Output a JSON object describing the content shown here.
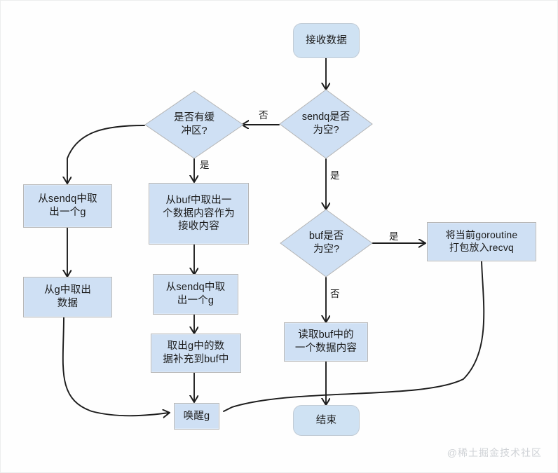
{
  "diagram": {
    "type": "flowchart",
    "title_watermark": "@稀土掘金技术社区",
    "colors": {
      "node_fill": "#cfe0f4",
      "node_border": "#b7b7b7",
      "terminal_fill": "#cfe2f3",
      "terminal_border": "#c2ccd6",
      "edge": "#1c1c1c",
      "background": "#fefefe",
      "watermark": "#cfd2d6"
    },
    "nodes": [
      {
        "id": "start",
        "shape": "rounded",
        "label": "接收数据"
      },
      {
        "id": "sendq_empty",
        "shape": "diamond",
        "label": "sendq是否\n为空?"
      },
      {
        "id": "has_buf",
        "shape": "diamond",
        "label": "是否有缓\n冲区?"
      },
      {
        "id": "take_g_left",
        "shape": "rect",
        "label": "从sendq中取\n出一个g"
      },
      {
        "id": "take_data_g",
        "shape": "rect",
        "label": "从g中取出\n数据"
      },
      {
        "id": "take_from_buf",
        "shape": "rect",
        "label": "从buf中取出一\n个数据内容作为\n接收内容"
      },
      {
        "id": "take_g_mid",
        "shape": "rect",
        "label": "从sendq中取\n出一个g"
      },
      {
        "id": "refill_buf",
        "shape": "rect",
        "label": "取出g中的数\n据补充到buf中"
      },
      {
        "id": "wake_g",
        "shape": "rect",
        "label": "唤醒g"
      },
      {
        "id": "buf_empty",
        "shape": "diamond",
        "label": "buf是否\n为空?"
      },
      {
        "id": "park_recvq",
        "shape": "rect",
        "label": "将当前goroutine\n打包放入recvq"
      },
      {
        "id": "read_buf",
        "shape": "rect",
        "label": "读取buf中的\n一个数据内容"
      },
      {
        "id": "end",
        "shape": "rounded",
        "label": "结束"
      }
    ],
    "edges": [
      {
        "from": "start",
        "to": "sendq_empty",
        "label": ""
      },
      {
        "from": "sendq_empty",
        "to": "has_buf",
        "label": "否"
      },
      {
        "from": "sendq_empty",
        "to": "buf_empty",
        "label": "是"
      },
      {
        "from": "has_buf",
        "to": "take_g_left",
        "label": ""
      },
      {
        "from": "has_buf",
        "to": "take_from_buf",
        "label": "是"
      },
      {
        "from": "take_g_left",
        "to": "take_data_g",
        "label": ""
      },
      {
        "from": "take_data_g",
        "to": "wake_g",
        "label": ""
      },
      {
        "from": "take_from_buf",
        "to": "take_g_mid",
        "label": ""
      },
      {
        "from": "take_g_mid",
        "to": "refill_buf",
        "label": ""
      },
      {
        "from": "refill_buf",
        "to": "wake_g",
        "label": ""
      },
      {
        "from": "buf_empty",
        "to": "park_recvq",
        "label": "是"
      },
      {
        "from": "buf_empty",
        "to": "read_buf",
        "label": "否"
      },
      {
        "from": "park_recvq",
        "to": "wake_g",
        "label": ""
      },
      {
        "from": "read_buf",
        "to": "end",
        "label": ""
      }
    ],
    "edge_labels": [
      {
        "id": "lbl_no_sendq",
        "text": "否"
      },
      {
        "id": "lbl_yes_sendq",
        "text": "是"
      },
      {
        "id": "lbl_yes_buf",
        "text": "是"
      },
      {
        "id": "lbl_yes_bufempty",
        "text": "是"
      },
      {
        "id": "lbl_no_bufempty",
        "text": "否"
      }
    ]
  }
}
